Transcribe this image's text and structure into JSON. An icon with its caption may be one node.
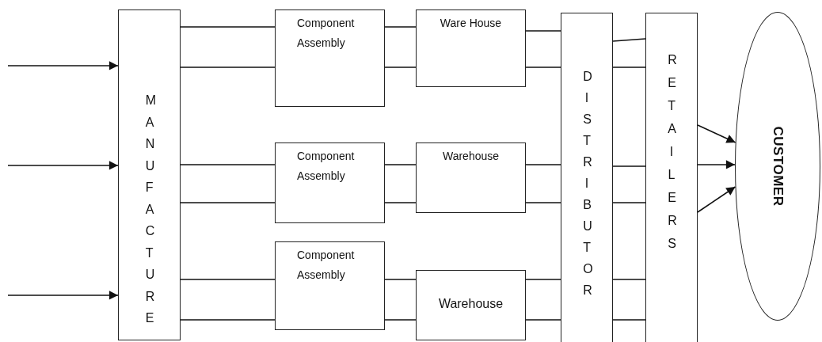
{
  "diagram": {
    "nodes": [
      {
        "text": [
          "MANUFACTURE"
        ]
      },
      {
        "text": [
          "Component Assembly"
        ]
      },
      {
        "text": [
          "Ware House"
        ]
      },
      {
        "text": [
          "Component Assembly"
        ]
      },
      {
        "text": [
          "Warehouse"
        ]
      },
      {
        "text": [
          "Component Assembly"
        ]
      },
      {
        "text": [
          "Warehouse"
        ]
      },
      {
        "text": [
          "DISTRIBUTOR"
        ]
      },
      {
        "text": [
          "RETAILERS"
        ]
      },
      {
        "text": [
          "CUSTOMER"
        ]
      }
    ],
    "edges": [
      {
        "from": null,
        "to": 0,
        "arrow": "to"
      },
      {
        "from": null,
        "to": 0,
        "arrow": "to"
      },
      {
        "from": null,
        "to": 0,
        "arrow": "to"
      },
      {
        "from": 0,
        "to": 1,
        "arrow": "none"
      },
      {
        "from": 0,
        "to": 1,
        "arrow": "none"
      },
      {
        "from": 0,
        "to": 3,
        "arrow": "none"
      },
      {
        "from": 0,
        "to": 3,
        "arrow": "none"
      },
      {
        "from": 0,
        "to": 5,
        "arrow": "none"
      },
      {
        "from": 0,
        "to": 5,
        "arrow": "none"
      },
      {
        "from": 1,
        "to": 2,
        "arrow": "none"
      },
      {
        "from": 1,
        "to": 2,
        "arrow": "none"
      },
      {
        "from": 3,
        "to": 4,
        "arrow": "none"
      },
      {
        "from": 3,
        "to": 4,
        "arrow": "none"
      },
      {
        "from": 5,
        "to": 6,
        "arrow": "none"
      },
      {
        "from": 5,
        "to": 6,
        "arrow": "none"
      },
      {
        "from": 2,
        "to": 7,
        "arrow": "none"
      },
      {
        "from": 2,
        "to": 7,
        "arrow": "none"
      },
      {
        "from": 4,
        "to": 7,
        "arrow": "none"
      },
      {
        "from": 4,
        "to": 7,
        "arrow": "none"
      },
      {
        "from": 6,
        "to": 7,
        "arrow": "none"
      },
      {
        "from": 6,
        "to": 7,
        "arrow": "none"
      },
      {
        "from": 7,
        "to": 8,
        "arrow": "none"
      },
      {
        "from": 7,
        "to": 8,
        "arrow": "none"
      },
      {
        "from": 7,
        "to": 8,
        "arrow": "none"
      },
      {
        "from": 7,
        "to": 8,
        "arrow": "none"
      },
      {
        "from": 7,
        "to": 8,
        "arrow": "none"
      },
      {
        "from": 7,
        "to": 8,
        "arrow": "none"
      },
      {
        "from": 8,
        "to": 9,
        "arrow": "to"
      },
      {
        "from": 8,
        "to": 9,
        "arrow": "to"
      },
      {
        "from": 8,
        "to": 9,
        "arrow": "to"
      }
    ]
  }
}
